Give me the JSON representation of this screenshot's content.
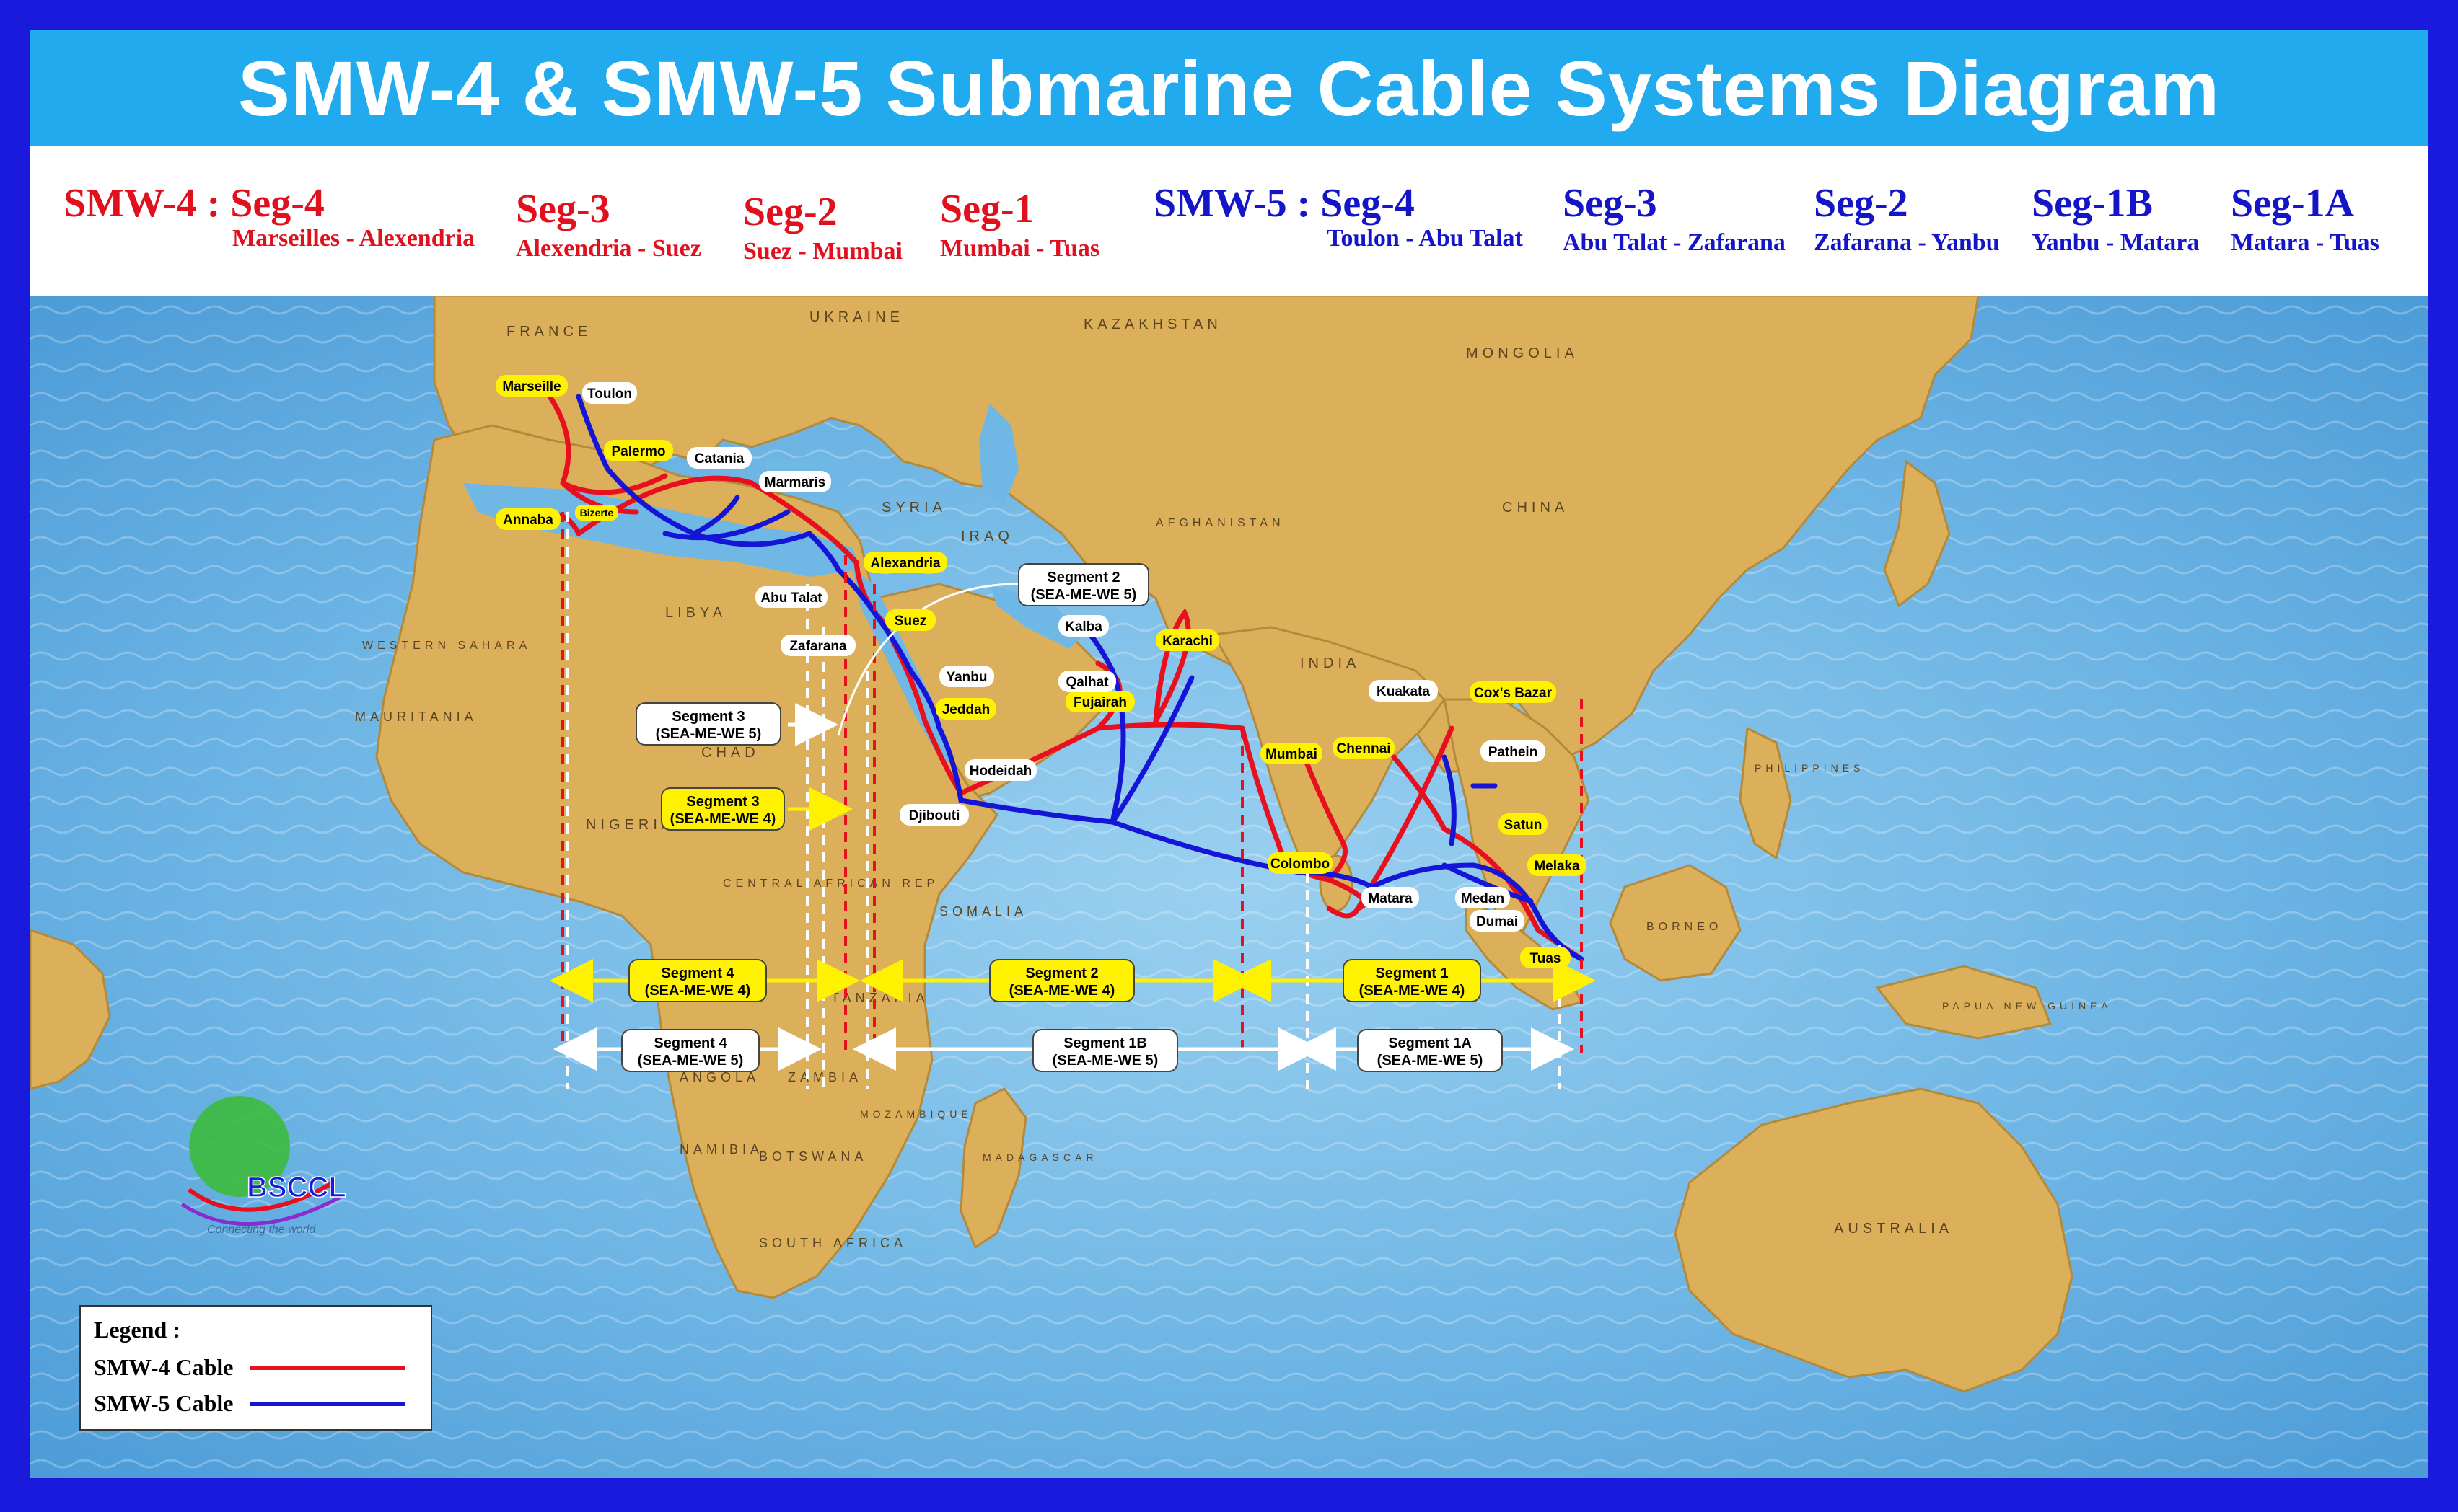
{
  "title": "SMW-4 & SMW-5 Submarine Cable Systems Diagram",
  "header": {
    "smw4_prefix": "SMW-4 :",
    "smw5_prefix": "SMW-5 :",
    "smw4_segments": [
      {
        "name": "Seg-4",
        "route": "Marseilles - Alexendria"
      },
      {
        "name": "Seg-3",
        "route": "Alexendria - Suez"
      },
      {
        "name": "Seg-2",
        "route": "Suez - Mumbai"
      },
      {
        "name": "Seg-1",
        "route": "Mumbai - Tuas"
      }
    ],
    "smw5_segments": [
      {
        "name": "Seg-4",
        "route": "Toulon - Abu Talat"
      },
      {
        "name": "Seg-3",
        "route": "Abu Talat - Zafarana"
      },
      {
        "name": "Seg-2",
        "route": "Zafarana - Yanbu"
      },
      {
        "name": "Seg-1B",
        "route": "Yanbu - Matara"
      },
      {
        "name": "Seg-1A",
        "route": "Matara - Tuas"
      }
    ]
  },
  "landing_points_yellow": [
    "Marseille",
    "Palermo",
    "Annaba",
    "Bizerte",
    "Alexandria",
    "Suez",
    "Jeddah",
    "Fujairah",
    "Karachi",
    "Mumbai",
    "Chennai",
    "Cox's Bazar",
    "Colombo",
    "Satun",
    "Melaka",
    "Tuas"
  ],
  "landing_points_white": [
    "Toulon",
    "Catania",
    "Marmaris",
    "Abu Talat",
    "Zafarana",
    "Yanbu",
    "Kalba",
    "Qalhat",
    "Hodeidah",
    "Djibouti",
    "Kuakata",
    "Pathein",
    "Matara",
    "Medan",
    "Dumai"
  ],
  "segment_labels": {
    "seg3_smw5": [
      "Segment 3",
      "(SEA-ME-WE 5)"
    ],
    "seg3_smw4": [
      "Segment 3",
      "(SEA-ME-WE 4)"
    ],
    "seg2_smw5": [
      "Segment 2",
      "(SEA-ME-WE 5)"
    ],
    "seg4_smw4": [
      "Segment 4",
      "(SEA-ME-WE 4)"
    ],
    "seg2_smw4": [
      "Segment 2",
      "(SEA-ME-WE 4)"
    ],
    "seg1_smw4": [
      "Segment 1",
      "(SEA-ME-WE 4)"
    ],
    "seg4_smw5": [
      "Segment 4",
      "(SEA-ME-WE 5)"
    ],
    "seg1b_smw5": [
      "Segment 1B",
      "(SEA-ME-WE 5)"
    ],
    "seg1a_smw5": [
      "Segment 1A",
      "(SEA-ME-WE 5)"
    ]
  },
  "geo_labels": [
    "FRANCE",
    "UKRAINE",
    "KAZAKHSTAN",
    "MONGOLIA",
    "CHINA",
    "INDIA",
    "SYRIA",
    "IRAQ",
    "AFGHANISTAN",
    "LIBYA",
    "CHAD",
    "NIGERIA",
    "MAURITANIA",
    "WESTERN SAHARA",
    "CENTRAL AFRICAN REP",
    "SOMALIA",
    "TANZANIA",
    "ZAMBIA",
    "ANGOLA",
    "NAMIBIA",
    "BOTSWANA",
    "MADAGASCAR",
    "MOZAMBIQUE",
    "SOUTH AFRICA",
    "BORNEO",
    "PHILIPPINES",
    "PAPUA NEW GUINEA",
    "AUSTRALIA"
  ],
  "logo": {
    "name": "BSCCL",
    "tagline": "Connecting the world"
  },
  "legend": {
    "title": "Legend :",
    "items": [
      {
        "label": "SMW-4 Cable",
        "color": "#e8101e"
      },
      {
        "label": "SMW-5 Cable",
        "color": "#1515d8"
      }
    ]
  },
  "colors": {
    "smw4": "#e8101e",
    "smw5": "#1515d8",
    "frame": "#1a1adc",
    "title_bg": "#22aaee",
    "land": "#dcb05a",
    "sea": "#6fb8e6",
    "label_yellow": "#fff200"
  }
}
